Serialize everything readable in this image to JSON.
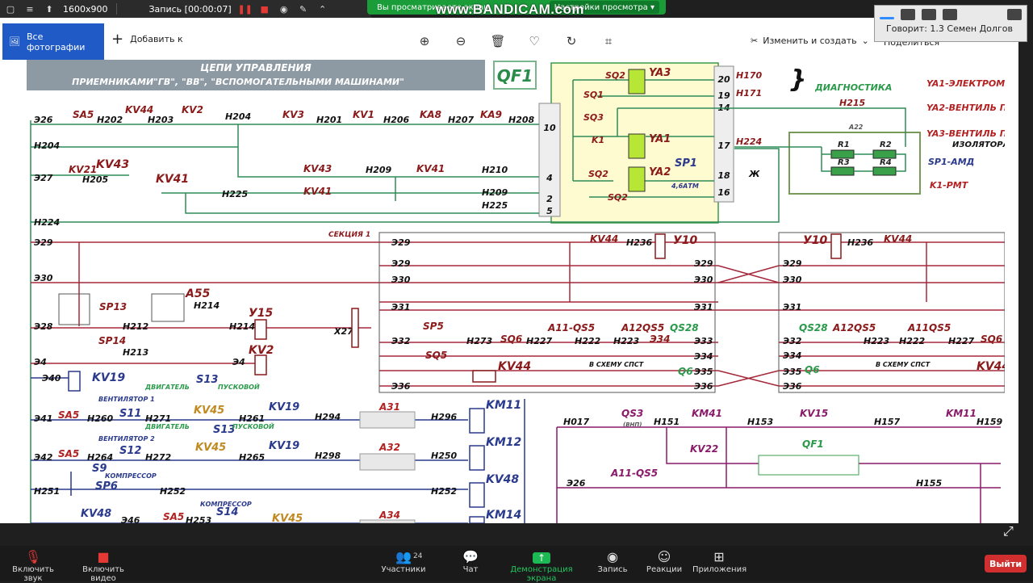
{
  "recorder": {
    "resolution": "1600x900",
    "recording": "Запись [00:00:07]"
  },
  "banner": {
    "viewing": "Вы просматриваете экран",
    "options": "Настройки просмотра ▾"
  },
  "watermark": "www.BANDICAM.com",
  "speaker": {
    "label": "Говорит: 1.3 Семен Долгов"
  },
  "photos": {
    "all_photos": "Все фотографии",
    "add_to": "Добавить к",
    "edit_create": "Изменить и создать",
    "share": "Поделиться"
  },
  "schematic": {
    "title_line1": "ЦЕПИ УПРАВЛЕНИЯ",
    "title_line2": "ПРИЕМНИКАМИ\"ГВ\", \"ВВ\", \"ВСПОМОГАТЕЛЬНЫМИ МАШИНАМИ\"",
    "qf1": "QF1",
    "diagnostics": "ДИАГНОСТИКА",
    "legend": [
      {
        "key": "YA1",
        "text": "-ЭЛЕКТРОМ"
      },
      {
        "key": "YA2",
        "text": "-ВЕНТИЛЬ П"
      },
      {
        "key": "YA3",
        "text": "-ВЕНТИЛЬ П ИЗОЛЯТОРА"
      },
      {
        "key": "SP1",
        "text": "-АМД"
      },
      {
        "key": "K1",
        "text": "-РМТ"
      }
    ],
    "section": "СЕКЦИЯ 1",
    "fan1": "ВЕНТИЛЯТОР 1",
    "fan2": "ВЕНТИЛЯТОР 2",
    "compressor": "КОМПРЕССОР",
    "engine": "ДВИГАТЕЛЬ",
    "start": "ПУСКОВОЙ",
    "to_spst": "В СХЕМУ СПСТ"
  },
  "zoom": {
    "mute": "Включить звук",
    "video": "Включить видео",
    "participants": "Участники",
    "participants_count": "24",
    "chat": "Чат",
    "share_screen": "Демонстрация экрана",
    "record": "Запись",
    "reactions": "Реакции",
    "apps": "Приложения",
    "leave": "Выйти"
  }
}
